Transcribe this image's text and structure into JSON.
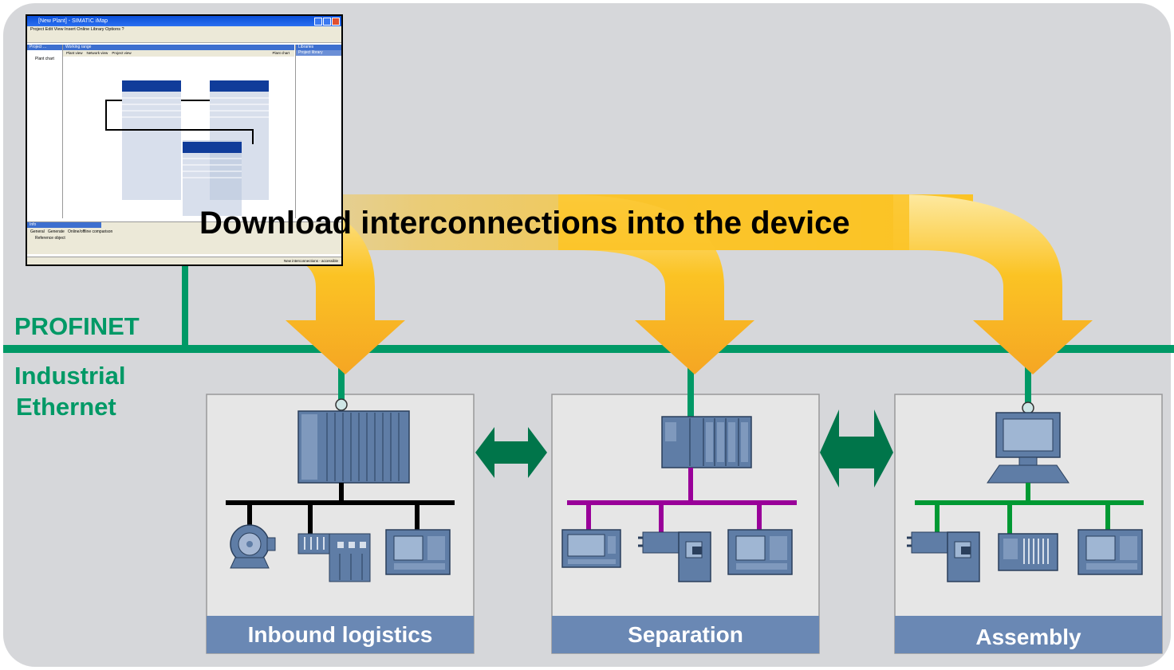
{
  "network": {
    "profinet_label": "PROFINET",
    "industrial_label_line1": "Industrial",
    "industrial_label_line2": "Ethernet",
    "line_color": "#009966"
  },
  "banner": {
    "text": "Download interconnections into the device",
    "arrow_color": "#f6b21c"
  },
  "cells": [
    {
      "title": "Inbound logistics",
      "bus_color": "#000000"
    },
    {
      "title": "Separation",
      "bus_color": "#990099"
    },
    {
      "title": "Assembly",
      "bus_color": "#009933"
    }
  ],
  "screenshot_window": {
    "title": "[New Plant] - SIMATIC iMap",
    "menu": "Project   Edit   View   Insert   Online   Library   Options   ?",
    "left_pane_title": "Project ...",
    "center_pane_title": "Working range",
    "right_pane_title": "Libraries",
    "right_pane_sub": "Project library",
    "tree_item": "Plant chart",
    "tabs": [
      "Plant view",
      "Network view",
      "Project view"
    ],
    "plant_chart_label": "Plant chart",
    "info_title": "Info",
    "info_tabs": [
      "General",
      "Generate",
      "Online/offline comparison"
    ],
    "info_row": "Reference object",
    "status_text": "New interconnections - accessible"
  },
  "colors": {
    "background": "#d6d7da",
    "cell_fill": "#e6e6e6",
    "cell_title_bg": "#6a88b4",
    "device_blue": "#5f7da6",
    "exchange_arrow": "#00754a"
  }
}
